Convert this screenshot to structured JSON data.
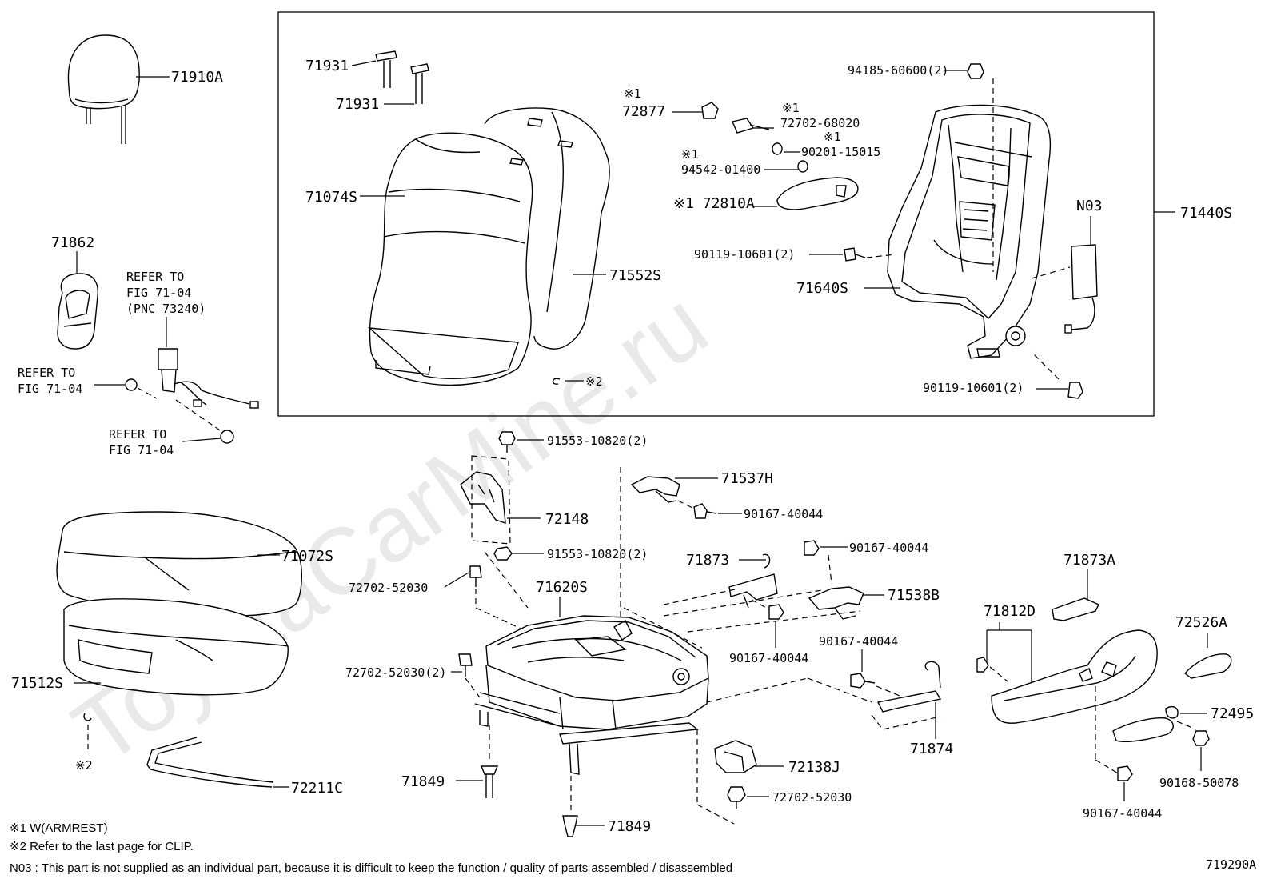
{
  "watermark": "ToyotaCarMine.ru",
  "diagram_code": "719290A",
  "notes": [
    "※1 W(ARMREST)",
    "※2 Refer to the last page for CLIP.",
    "N03 : This part is not supplied as an individual part, because it is difficult to keep the function / quality of parts assembled / disassembled"
  ],
  "labels": {
    "p71910A": "71910A",
    "p71862": "71862",
    "refer_a_1": "REFER TO",
    "refer_a_2": "FIG 71-04",
    "refer_a_3": "(PNC 73240)",
    "refer_b_1": "REFER TO",
    "refer_b_2": "FIG 71-04",
    "refer_c_1": "REFER TO",
    "refer_c_2": "FIG 71-04",
    "p71931a": "71931",
    "p71931b": "71931",
    "p71074S": "71074S",
    "p71552S": "71552S",
    "clip2": "※2",
    "m72877": "※1",
    "p72877": "72877",
    "m72702_68020": "※1",
    "p72702_68020": "72702-68020",
    "m90201": "※1",
    "p90201": "90201-15015",
    "m94542": "※1",
    "p94542": "94542-01400",
    "p72810A": "※1 72810A",
    "p94185": "94185-60600(2)",
    "p90119a": "90119-10601(2)",
    "p71640S": "71640S",
    "pN03": "N03",
    "p71440S": "71440S",
    "p90119b": "90119-10601(2)",
    "p91553a": "91553-10820(2)",
    "p71537H": "71537H",
    "p72148": "72148",
    "p90167a": "90167-40044",
    "p91553b": "91553-10820(2)",
    "p90167b": "90167-40044",
    "p71072S": "71072S",
    "p72702_52030a": "72702-52030",
    "p71620S": "71620S",
    "p71873": "71873",
    "p71538B": "71538B",
    "p90167c": "90167-40044",
    "p90167d": "90167-40044",
    "p72702_52030b": "72702-52030(2)",
    "p71512S": "71512S",
    "clip2b": "※2",
    "p72211C": "72211C",
    "p71849a": "71849",
    "p71849b": "71849",
    "p72138J": "72138J",
    "p72702_52030c": "72702-52030",
    "p71874": "71874",
    "p71873A": "71873A",
    "p71812D": "71812D",
    "p72526A": "72526A",
    "p72495": "72495",
    "p90168": "90168-50078",
    "p90167e": "90167-40044"
  }
}
